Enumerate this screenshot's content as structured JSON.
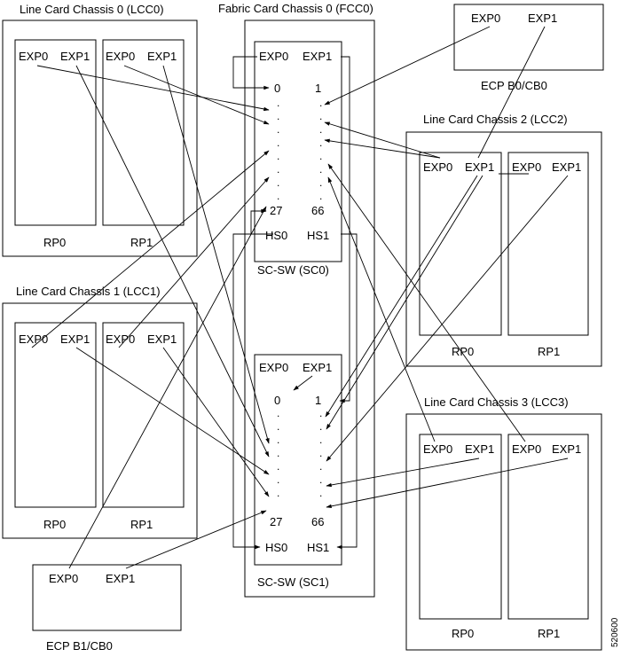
{
  "figure_id": "520600",
  "lcc0": {
    "title": "Line Card Chassis 0 (LCC0)",
    "rp0": {
      "name": "RP0",
      "exp0": "EXP0",
      "exp1": "EXP1"
    },
    "rp1": {
      "name": "RP1",
      "exp0": "EXP0",
      "exp1": "EXP1"
    }
  },
  "lcc1": {
    "title": "Line Card Chassis 1  (LCC1)",
    "rp0": {
      "name": "RP0",
      "exp0": "EXP0",
      "exp1": "EXP1"
    },
    "rp1": {
      "name": "RP1",
      "exp0": "EXP0",
      "exp1": "EXP1"
    }
  },
  "lcc2": {
    "title": "Line Card Chassis 2 (LCC2)",
    "rp0": {
      "name": "RP0",
      "exp0": "EXP0",
      "exp1": "EXP1"
    },
    "rp1": {
      "name": "RP1",
      "exp0": "EXP0",
      "exp1": "EXP1"
    }
  },
  "lcc3": {
    "title": "Line Card Chassis 3  (LCC3)",
    "rp0": {
      "name": "RP0",
      "exp0": "EXP0",
      "exp1": "EXP1"
    },
    "rp1": {
      "name": "RP1",
      "exp0": "EXP0",
      "exp1": "EXP1"
    }
  },
  "fcc0": {
    "title": "Fabric Card Chassis 0 (FCC0)",
    "sc0": {
      "label": "SC-SW (SC0)",
      "exp0": "EXP0",
      "exp1": "EXP1",
      "port_first_left": "0",
      "port_first_right": "1",
      "port_last_left": "27",
      "port_last_right": "66",
      "hs0": "HS0",
      "hs1": "HS1"
    },
    "sc1": {
      "label": "SC-SW (SC1)",
      "exp0": "EXP0",
      "exp1": "EXP1",
      "port_first_left": "0",
      "port_first_right": "1",
      "port_last_left": "27",
      "port_last_right": "66",
      "hs0": "HS0",
      "hs1": "HS1"
    }
  },
  "ecp_b0": {
    "label": "ECP B0/CB0",
    "exp0": "EXP0",
    "exp1": "EXP1"
  },
  "ecp_b1": {
    "label": "ECP B1/CB0",
    "exp0": "EXP0",
    "exp1": "EXP1"
  }
}
